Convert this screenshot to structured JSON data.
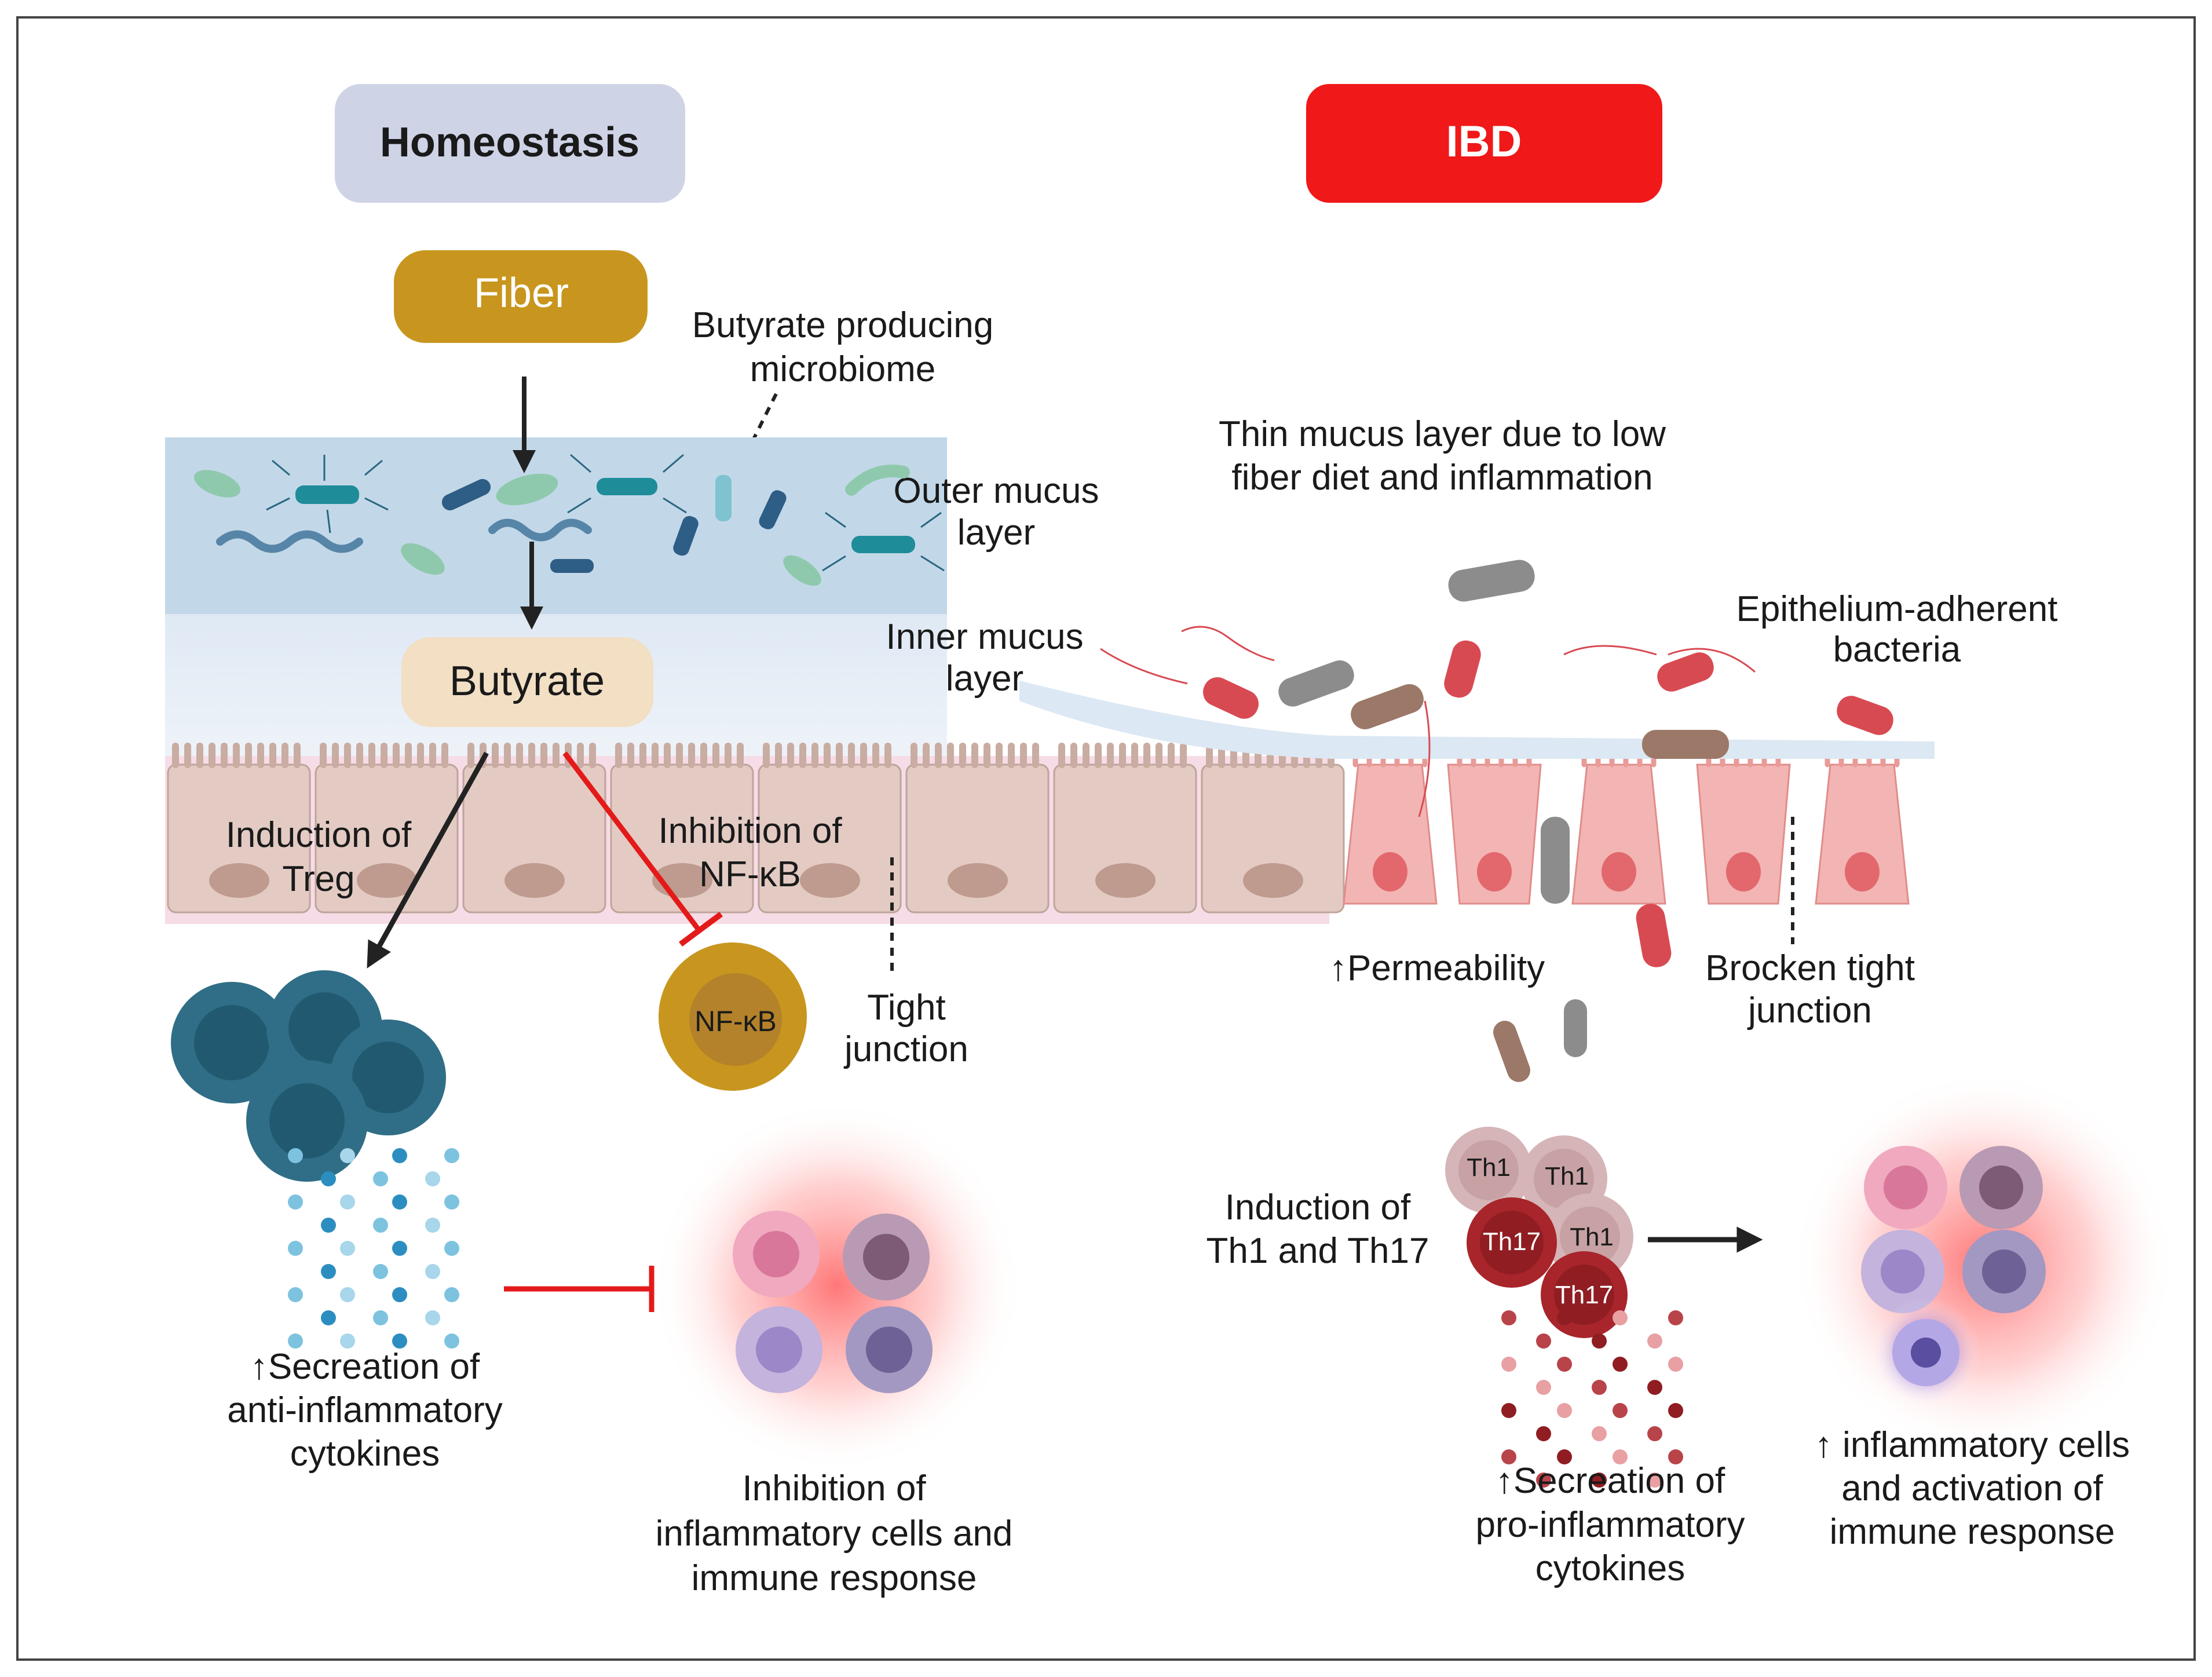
{
  "homeostasis": {
    "title": "Homeostasis",
    "fiber": "Fiber",
    "butyrate": "Butyrate",
    "butyrate_microbiome": [
      "Butyrate producing",
      "microbiome"
    ],
    "outer_mucus": [
      "Outer mucus",
      "layer"
    ],
    "inner_mucus": [
      "Inner mucus",
      "layer"
    ],
    "treg": [
      "Induction of",
      "Treg"
    ],
    "nfkb_inhibition": [
      "Inhibition of",
      "NF-κB"
    ],
    "nfkb_cell": "NF-κB",
    "tight_junction": [
      "Tight",
      "junction"
    ],
    "anti_inflammatory": [
      "↑Secreation of",
      "anti-inflammatory",
      "cytokines"
    ],
    "inhibition_immune": [
      "Inhibition of",
      "inflammatory cells and",
      "immune response"
    ]
  },
  "ibd": {
    "title": "IBD",
    "thin_mucus": [
      "Thin mucus layer due to low",
      "fiber diet and inflammation"
    ],
    "epithelium_bacteria": [
      "Epithelium-adherent",
      "bacteria"
    ],
    "permeability": "↑Permeability",
    "broken_tight": [
      "Brocken tight",
      "junction"
    ],
    "th_induction": [
      "Induction of",
      "Th1 and Th17"
    ],
    "th_cells": [
      "Th1",
      "Th1",
      "Th17",
      "Th1",
      "Th17"
    ],
    "pro_inflammatory": [
      "↑Secreation of",
      "pro-inflammatory",
      "cytokines"
    ],
    "activation": [
      "↑ inflammatory cells",
      "and activation of",
      "immune response"
    ]
  },
  "colors": {
    "homeostasis_box": "#cfd3e6",
    "ibd_box": "#f01818",
    "fiber": "#c8961e",
    "butyrate": "#f2dfc4",
    "mucus": "#c2d8e8",
    "epithelium": "#e3cbc3",
    "inflamed_epithelium": "#f2b5b3",
    "treg": "#2f6e86",
    "inhibit_line": "#e41a1a"
  }
}
